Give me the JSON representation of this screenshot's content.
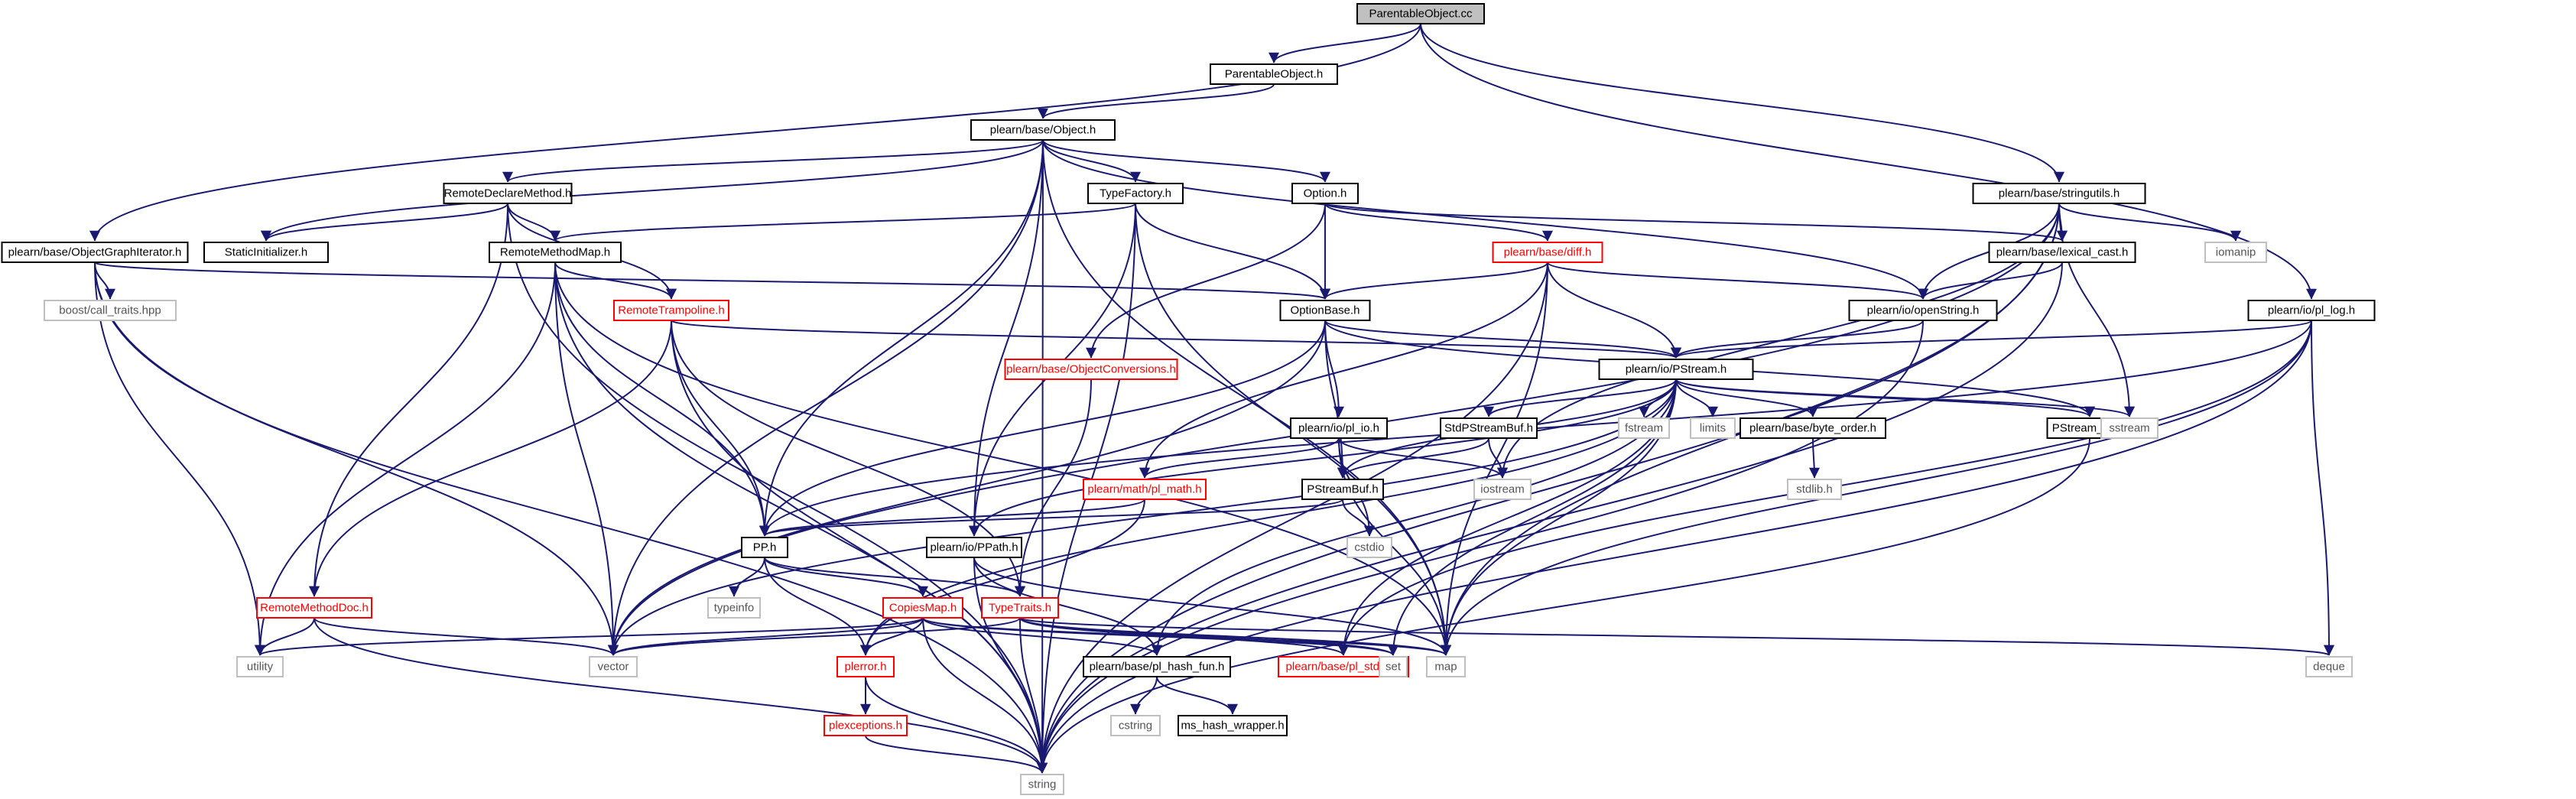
{
  "colors": {
    "edge": "#191970",
    "documented": {
      "border": "#000000",
      "text": "#000000",
      "fill": "#ffffff"
    },
    "root": {
      "border": "#000000",
      "text": "#000000",
      "fill": "#c0c0c0"
    },
    "undocumented": {
      "border": "#ff0000",
      "text": "#ff0000",
      "fill": "#ffffff"
    },
    "system": {
      "border": "#bfbfbf",
      "text": "#555555",
      "fill": "#ffffff"
    }
  },
  "nodes": [
    {
      "id": "root",
      "label": "ParentableObject.cc",
      "kind": "root"
    },
    {
      "id": "parentable_h",
      "label": "ParentableObject.h",
      "kind": "documented"
    },
    {
      "id": "object_h",
      "label": "plearn/base/Object.h",
      "kind": "documented"
    },
    {
      "id": "objgraph",
      "label": "plearn/base/ObjectGraphIterator.h",
      "kind": "documented"
    },
    {
      "id": "stringutils",
      "label": "plearn/base/stringutils.h",
      "kind": "documented"
    },
    {
      "id": "pl_log",
      "label": "plearn/io/pl_log.h",
      "kind": "documented"
    },
    {
      "id": "remotedeclare",
      "label": "RemoteDeclareMethod.h",
      "kind": "documented"
    },
    {
      "id": "typefactory",
      "label": "TypeFactory.h",
      "kind": "documented"
    },
    {
      "id": "option_h",
      "label": "Option.h",
      "kind": "documented"
    },
    {
      "id": "staticinit",
      "label": "StaticInitializer.h",
      "kind": "documented"
    },
    {
      "id": "remotemethodmap",
      "label": "RemoteMethodMap.h",
      "kind": "documented"
    },
    {
      "id": "diff_h",
      "label": "plearn/base/diff.h",
      "kind": "undocumented"
    },
    {
      "id": "lexical_cast",
      "label": "plearn/base/lexical_cast.h",
      "kind": "documented"
    },
    {
      "id": "iomanip",
      "label": "iomanip",
      "kind": "system"
    },
    {
      "id": "boost_ct",
      "label": "boost/call_traits.hpp",
      "kind": "system"
    },
    {
      "id": "remotetrampoline",
      "label": "RemoteTrampoline.h",
      "kind": "undocumented"
    },
    {
      "id": "optionbase",
      "label": "OptionBase.h",
      "kind": "documented"
    },
    {
      "id": "openstring",
      "label": "plearn/io/openString.h",
      "kind": "documented"
    },
    {
      "id": "objconv",
      "label": "plearn/base/ObjectConversions.h",
      "kind": "undocumented"
    },
    {
      "id": "pstream",
      "label": "plearn/io/PStream.h",
      "kind": "documented"
    },
    {
      "id": "stdpstreambuf",
      "label": "StdPStreamBuf.h",
      "kind": "documented"
    },
    {
      "id": "fstream",
      "label": "fstream",
      "kind": "system"
    },
    {
      "id": "limits",
      "label": "limits",
      "kind": "system"
    },
    {
      "id": "byte_order",
      "label": "plearn/base/byte_order.h",
      "kind": "documented"
    },
    {
      "id": "pstream_util",
      "label": "PStream_util.h",
      "kind": "documented"
    },
    {
      "id": "sstream",
      "label": "sstream",
      "kind": "system"
    },
    {
      "id": "pl_io",
      "label": "plearn/io/pl_io.h",
      "kind": "documented"
    },
    {
      "id": "iostream",
      "label": "iostream",
      "kind": "system"
    },
    {
      "id": "stdlib",
      "label": "stdlib.h",
      "kind": "system"
    },
    {
      "id": "pl_math",
      "label": "plearn/math/pl_math.h",
      "kind": "undocumented"
    },
    {
      "id": "pstreambuf",
      "label": "PStreamBuf.h",
      "kind": "documented"
    },
    {
      "id": "cstdio",
      "label": "cstdio",
      "kind": "system"
    },
    {
      "id": "pp_h",
      "label": "PP.h",
      "kind": "documented"
    },
    {
      "id": "ppath",
      "label": "plearn/io/PPath.h",
      "kind": "documented"
    },
    {
      "id": "typeinfo",
      "label": "typeinfo",
      "kind": "system"
    },
    {
      "id": "remotemethoddoc",
      "label": "RemoteMethodDoc.h",
      "kind": "undocumented"
    },
    {
      "id": "copiesmap",
      "label": "CopiesMap.h",
      "kind": "undocumented"
    },
    {
      "id": "typetraits",
      "label": "TypeTraits.h",
      "kind": "undocumented"
    },
    {
      "id": "utility",
      "label": "utility",
      "kind": "system"
    },
    {
      "id": "vector",
      "label": "vector",
      "kind": "system"
    },
    {
      "id": "plerror",
      "label": "plerror.h",
      "kind": "undocumented"
    },
    {
      "id": "pl_hash_fun",
      "label": "plearn/base/pl_hash_fun.h",
      "kind": "documented"
    },
    {
      "id": "pl_stdint",
      "label": "plearn/base/pl_stdint.h",
      "kind": "undocumented"
    },
    {
      "id": "set",
      "label": "set",
      "kind": "system"
    },
    {
      "id": "map",
      "label": "map",
      "kind": "system"
    },
    {
      "id": "deque",
      "label": "deque",
      "kind": "system"
    },
    {
      "id": "cstring",
      "label": "cstring",
      "kind": "system"
    },
    {
      "id": "ms_hash",
      "label": "ms_hash_wrapper.h",
      "kind": "documented"
    },
    {
      "id": "plexceptions",
      "label": "plexceptions.h",
      "kind": "undocumented"
    },
    {
      "id": "string",
      "label": "string",
      "kind": "system"
    }
  ],
  "edges": [
    [
      "root",
      "parentable_h"
    ],
    [
      "root",
      "objgraph"
    ],
    [
      "root",
      "stringutils"
    ],
    [
      "root",
      "pl_log"
    ],
    [
      "parentable_h",
      "object_h"
    ],
    [
      "object_h",
      "remotedeclare"
    ],
    [
      "object_h",
      "staticinit"
    ],
    [
      "object_h",
      "typefactory"
    ],
    [
      "object_h",
      "option_h"
    ],
    [
      "object_h",
      "pp_h"
    ],
    [
      "object_h",
      "ppath"
    ],
    [
      "object_h",
      "map"
    ],
    [
      "object_h",
      "openstring"
    ],
    [
      "object_h",
      "vector"
    ],
    [
      "object_h",
      "string"
    ],
    [
      "objgraph",
      "boost_ct"
    ],
    [
      "objgraph",
      "utility"
    ],
    [
      "objgraph",
      "vector"
    ],
    [
      "objgraph",
      "string"
    ],
    [
      "objgraph",
      "optionbase"
    ],
    [
      "stringutils",
      "lexical_cast"
    ],
    [
      "stringutils",
      "iomanip"
    ],
    [
      "stringutils",
      "sstream"
    ],
    [
      "stringutils",
      "map"
    ],
    [
      "stringutils",
      "vector"
    ],
    [
      "stringutils",
      "string"
    ],
    [
      "stringutils",
      "iostream"
    ],
    [
      "stringutils",
      "openstring"
    ],
    [
      "pl_log",
      "pstream"
    ],
    [
      "pl_log",
      "map"
    ],
    [
      "pl_log",
      "deque"
    ],
    [
      "pl_log",
      "string"
    ],
    [
      "pl_log",
      "pl_stdint"
    ],
    [
      "pl_log",
      "pp_h"
    ],
    [
      "remotedeclare",
      "staticinit"
    ],
    [
      "remotedeclare",
      "remotemethodmap"
    ],
    [
      "remotedeclare",
      "remotetrampoline"
    ],
    [
      "remotedeclare",
      "remotemethoddoc"
    ],
    [
      "remotedeclare",
      "string"
    ],
    [
      "typefactory",
      "remotemethodmap"
    ],
    [
      "typefactory",
      "optionbase"
    ],
    [
      "typefactory",
      "ppath"
    ],
    [
      "typefactory",
      "map"
    ],
    [
      "typefactory",
      "string"
    ],
    [
      "option_h",
      "optionbase"
    ],
    [
      "option_h",
      "diff_h"
    ],
    [
      "option_h",
      "objconv"
    ],
    [
      "option_h",
      "lexical_cast"
    ],
    [
      "remotemethodmap",
      "remotetrampoline"
    ],
    [
      "remotemethodmap",
      "pp_h"
    ],
    [
      "remotemethodmap",
      "map"
    ],
    [
      "remotemethodmap",
      "string"
    ],
    [
      "remotemethodmap",
      "vector"
    ],
    [
      "remotemethodmap",
      "utility"
    ],
    [
      "diff_h",
      "optionbase"
    ],
    [
      "diff_h",
      "pstream"
    ],
    [
      "diff_h",
      "openstring"
    ],
    [
      "diff_h",
      "pl_math"
    ],
    [
      "diff_h",
      "map"
    ],
    [
      "diff_h",
      "string"
    ],
    [
      "lexical_cast",
      "openstring"
    ],
    [
      "lexical_cast",
      "string"
    ],
    [
      "remotetrampoline",
      "pp_h"
    ],
    [
      "remotetrampoline",
      "pstream"
    ],
    [
      "remotetrampoline",
      "typetraits"
    ],
    [
      "remotetrampoline",
      "remotemethoddoc"
    ],
    [
      "remotetrampoline",
      "string"
    ],
    [
      "optionbase",
      "pstream"
    ],
    [
      "optionbase",
      "pstream_util"
    ],
    [
      "optionbase",
      "pl_io"
    ],
    [
      "optionbase",
      "pp_h"
    ],
    [
      "optionbase",
      "pstreambuf"
    ],
    [
      "optionbase",
      "vector"
    ],
    [
      "openstring",
      "pstream"
    ],
    [
      "openstring",
      "string"
    ],
    [
      "objconv",
      "typetraits"
    ],
    [
      "pstream",
      "stdpstreambuf"
    ],
    [
      "pstream",
      "fstream"
    ],
    [
      "pstream",
      "limits"
    ],
    [
      "pstream",
      "byte_order"
    ],
    [
      "pstream",
      "pstream_util"
    ],
    [
      "pstream",
      "sstream"
    ],
    [
      "pstream",
      "pstreambuf"
    ],
    [
      "pstream",
      "ppath"
    ],
    [
      "pstream",
      "pl_hash_fun"
    ],
    [
      "pstream",
      "pl_stdint"
    ],
    [
      "pstream",
      "set"
    ],
    [
      "pstream",
      "map"
    ],
    [
      "pstream",
      "vector"
    ],
    [
      "pstream",
      "plerror"
    ],
    [
      "stdpstreambuf",
      "pstreambuf"
    ],
    [
      "stdpstreambuf",
      "iostream"
    ],
    [
      "byte_order",
      "stdlib"
    ],
    [
      "pstream_util",
      "string"
    ],
    [
      "pl_io",
      "iostream"
    ],
    [
      "pl_io",
      "pl_math"
    ],
    [
      "pl_io",
      "cstdio"
    ],
    [
      "pl_io",
      "map"
    ],
    [
      "pl_math",
      "pp_h"
    ],
    [
      "pl_math",
      "plerror"
    ],
    [
      "pstreambuf",
      "pp_h"
    ],
    [
      "pstreambuf",
      "cstdio"
    ],
    [
      "pp_h",
      "typeinfo"
    ],
    [
      "pp_h",
      "copiesmap"
    ],
    [
      "pp_h",
      "typetraits"
    ],
    [
      "pp_h",
      "plerror"
    ],
    [
      "ppath",
      "pl_hash_fun"
    ],
    [
      "ppath",
      "string"
    ],
    [
      "ppath",
      "map"
    ],
    [
      "remotemethoddoc",
      "utility"
    ],
    [
      "remotemethoddoc",
      "string"
    ],
    [
      "remotemethoddoc",
      "vector"
    ],
    [
      "copiesmap",
      "vector"
    ],
    [
      "copiesmap",
      "utility"
    ],
    [
      "copiesmap",
      "set"
    ],
    [
      "copiesmap",
      "map"
    ],
    [
      "copiesmap",
      "plerror"
    ],
    [
      "copiesmap",
      "pl_hash_fun"
    ],
    [
      "copiesmap",
      "string"
    ],
    [
      "typetraits",
      "vector"
    ],
    [
      "typetraits",
      "set"
    ],
    [
      "typetraits",
      "map"
    ],
    [
      "typetraits",
      "deque"
    ],
    [
      "typetraits",
      "pl_stdint"
    ],
    [
      "typetraits",
      "string"
    ],
    [
      "plerror",
      "plexceptions"
    ],
    [
      "plerror",
      "string"
    ],
    [
      "pl_hash_fun",
      "cstring"
    ],
    [
      "pl_hash_fun",
      "ms_hash"
    ],
    [
      "plexceptions",
      "string"
    ]
  ]
}
